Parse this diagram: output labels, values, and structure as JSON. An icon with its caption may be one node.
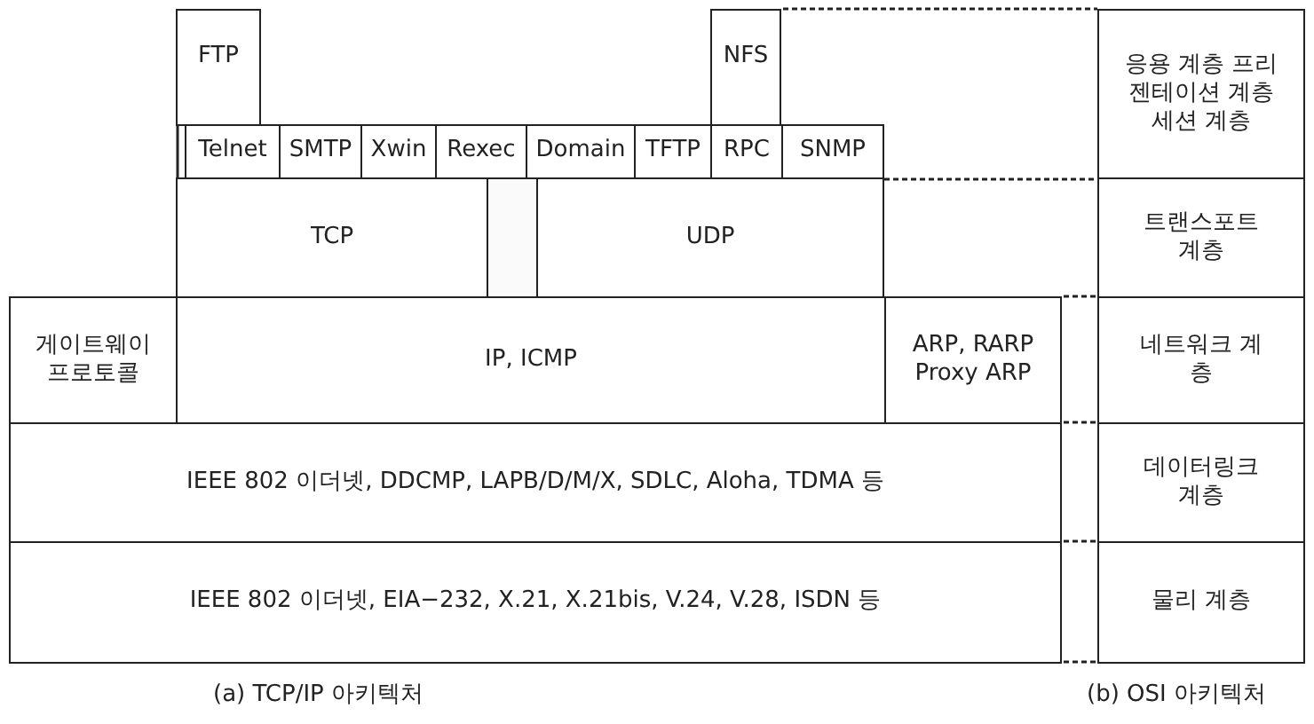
{
  "diagram": {
    "nodes": [
      {
        "text": [
          "FTP"
        ]
      },
      {
        "text": [
          "NFS"
        ]
      },
      {
        "text": [
          "Telnet"
        ]
      },
      {
        "text": [
          "SMTP"
        ]
      },
      {
        "text": [
          "Xwin"
        ]
      },
      {
        "text": [
          "Rexec"
        ]
      },
      {
        "text": [
          "Domain"
        ]
      },
      {
        "text": [
          "TFTP"
        ]
      },
      {
        "text": [
          "RPC"
        ]
      },
      {
        "text": [
          "SNMP"
        ]
      },
      {
        "text": [
          "TCP"
        ]
      },
      {
        "text": [],
        "shape": "box"
      },
      {
        "text": [
          "UDP"
        ]
      },
      {
        "text": [
          "게이트웨이 프로토콜"
        ]
      },
      {
        "text": [
          "IP, ICMP"
        ]
      },
      {
        "text": [
          "ARP, RARP Proxy ARP"
        ]
      },
      {
        "text": [
          "IEEE 802 이더넷, DDCMP, LAPB/D/M/X, SDLC, Aloha, TDMA 등"
        ]
      },
      {
        "text": [
          "IEEE 802 이더넷, EIA−232, X.21, X.21bis, V.24, V.28, ISDN 등"
        ]
      },
      {
        "text": [
          "응용 계층 프리젠테이션 계층 세션 계층"
        ]
      },
      {
        "text": [
          "트랜스포트 계층"
        ]
      },
      {
        "text": [
          "네트워크 계층"
        ]
      },
      {
        "text": [
          "데이터링크 계층"
        ]
      },
      {
        "text": [
          "물리 계층"
        ]
      }
    ],
    "labels": [
      "(a) TCP/IP 아키텍처",
      "(b) OSI 아키텍처"
    ]
  }
}
